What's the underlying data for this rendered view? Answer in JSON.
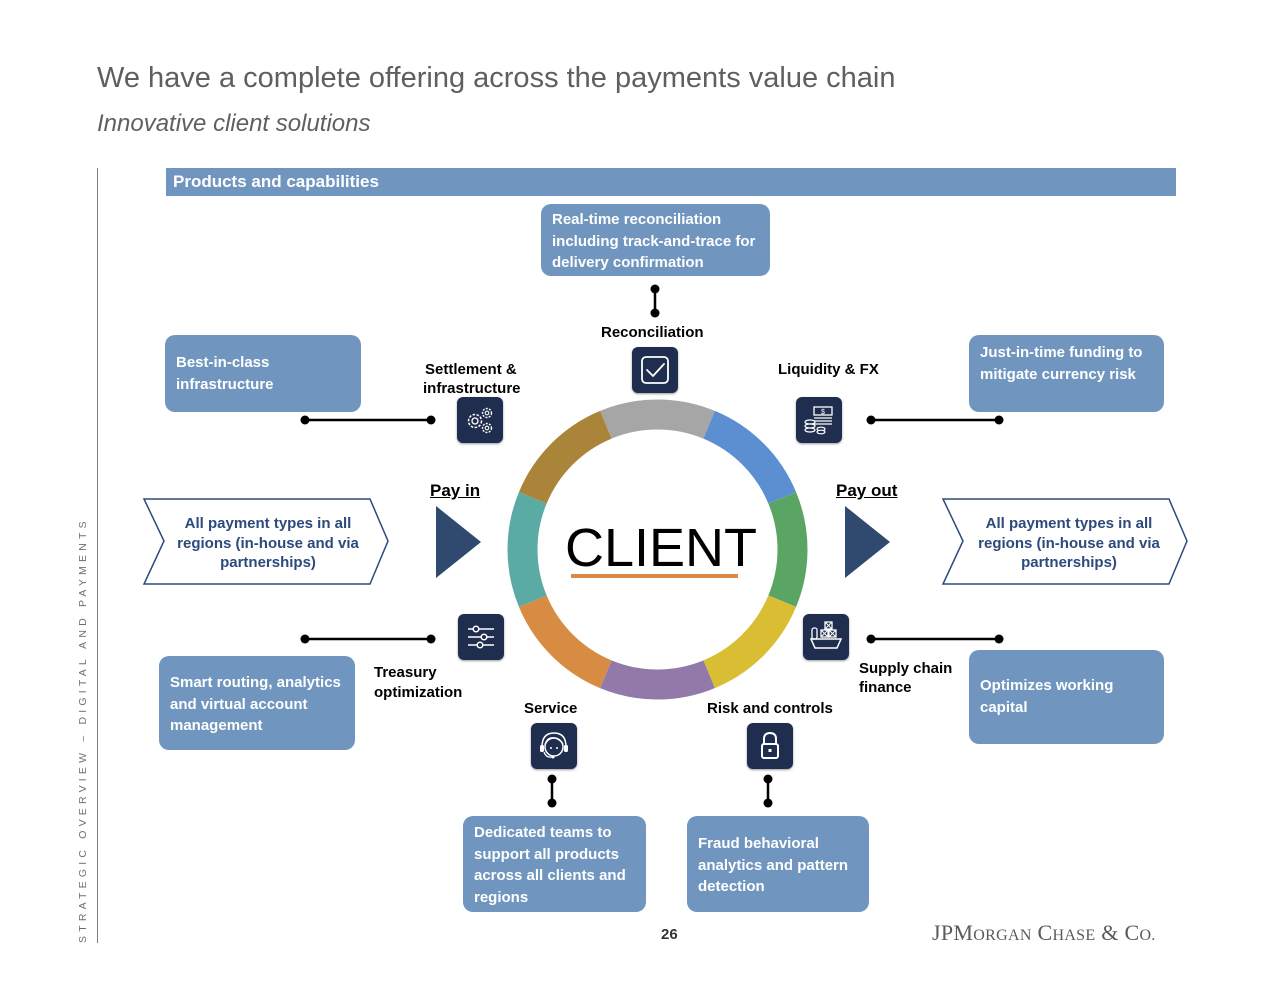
{
  "header": {
    "title": "We have a complete offering across the payments value chain",
    "subtitle": "Innovative client solutions"
  },
  "side_label": "STRATEGIC OVERVIEW – DIGITAL AND PAYMENTS",
  "section": {
    "title": "Products and capabilities"
  },
  "center": {
    "label": "CLIENT",
    "ring_segments": [
      {
        "name": "reconciliation",
        "color": "#a6a6a6"
      },
      {
        "name": "liquidity-fx",
        "color": "#5b8fd1"
      },
      {
        "name": "pay-out",
        "color": "#5aa564"
      },
      {
        "name": "supply-chain-finance",
        "color": "#d9bd33"
      },
      {
        "name": "risk-controls",
        "color": "#9379a9"
      },
      {
        "name": "service",
        "color": "#d88b43"
      },
      {
        "name": "treasury",
        "color": "#5aaba4"
      },
      {
        "name": "settlement",
        "color": "#a98439"
      }
    ],
    "underline_color": "#d68a45"
  },
  "flow": {
    "pay_in": {
      "heading": "Pay in",
      "description": "All payment types in all regions (in-house and via partnerships)"
    },
    "pay_out": {
      "heading": "Pay out",
      "description": "All payment types in all regions (in-house and via partnerships)"
    }
  },
  "capabilities": {
    "reconciliation": {
      "label": "Reconciliation",
      "icon": "checkbox-icon",
      "description": "Real-time reconciliation including track-and-trace for delivery confirmation"
    },
    "settlement": {
      "label": "Settlement & infrastructure",
      "label_line1": "Settlement &",
      "label_line2": "infrastructure",
      "icon": "gears-icon",
      "description": "Best-in-class infrastructure"
    },
    "liquidity": {
      "label": "Liquidity & FX",
      "icon": "money-coins-icon",
      "description": "Just-in-time funding to mitigate currency risk"
    },
    "treasury": {
      "label_line1": "Treasury",
      "label_line2": "optimization",
      "icon": "sliders-icon",
      "description": "Smart routing, analytics and virtual account management"
    },
    "supply_chain": {
      "label_line1": "Supply chain",
      "label_line2": "finance",
      "icon": "cargo-ship-icon",
      "description": "Optimizes working capital"
    },
    "service": {
      "label": "Service",
      "icon": "headset-agent-icon",
      "description": "Dedicated teams to support all products across all clients and regions"
    },
    "risk": {
      "label": "Risk and controls",
      "icon": "padlock-icon",
      "description": "Fraud behavioral analytics and pattern detection"
    }
  },
  "footer": {
    "page_number": "26",
    "logo_parts": [
      "JP",
      "M",
      "ORGAN",
      " ",
      "C",
      "HASE",
      " & ",
      "C",
      "O."
    ]
  },
  "colors": {
    "box_fill": "#7096bf",
    "icon_tile": "#1f2d4f",
    "chevron_text": "#2d4a7c",
    "arrow": "#2f4a6e"
  }
}
